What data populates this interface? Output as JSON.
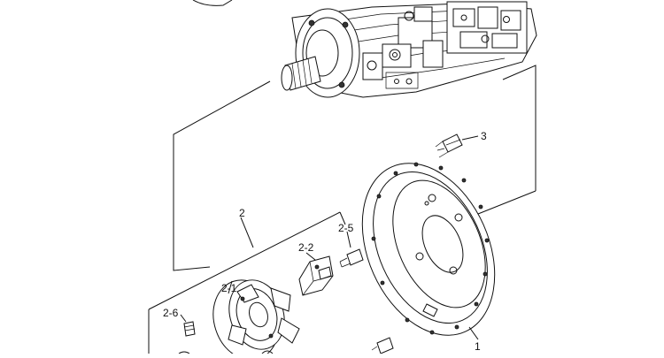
{
  "callouts": {
    "p1": "1",
    "p2": "2",
    "p2_1": "2-1",
    "p2_2": "2-2",
    "p2_5": "2-5",
    "p2_6": "2-6",
    "p3": "3"
  }
}
